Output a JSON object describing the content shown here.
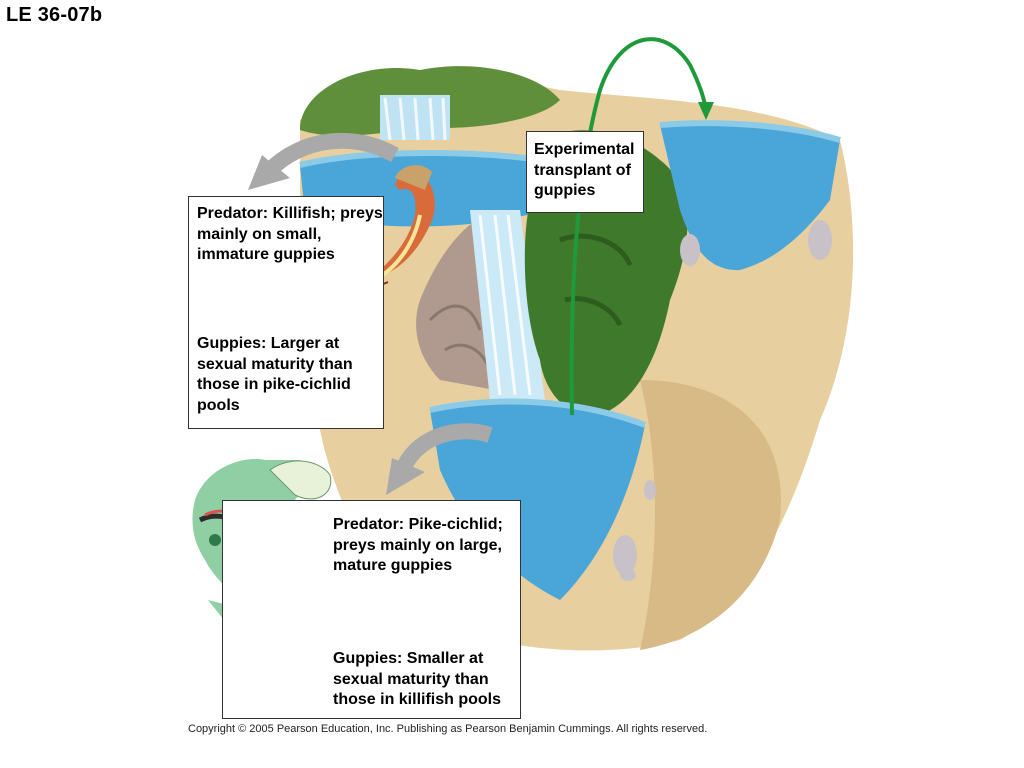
{
  "title": "LE 36-07b",
  "killifish_box": {
    "predator_text": "Predator: Killifish; preys mainly on small, immature guppies",
    "guppy_text": "Guppies: Larger at sexual maturity than those in pike-cichlid pools"
  },
  "pike_box": {
    "predator_text": "Predator: Pike-cichlid; preys mainly on large, mature guppies",
    "guppy_text": "Guppies: Smaller at sexual maturity than those in killifish pools"
  },
  "transplant_box": {
    "text": "Experimental transplant of guppies"
  },
  "copyright": "Copyright ©  2005 Pearson Education, Inc. Publishing as Pearson Benjamin Cummings. All rights reserved.",
  "colors": {
    "water": "#4aa6d8",
    "sand": "#e6cd9c",
    "foliage": "#3f7a2c",
    "arrow_green": "#1f9a3a",
    "arrow_gray": "#a9a9a9"
  }
}
